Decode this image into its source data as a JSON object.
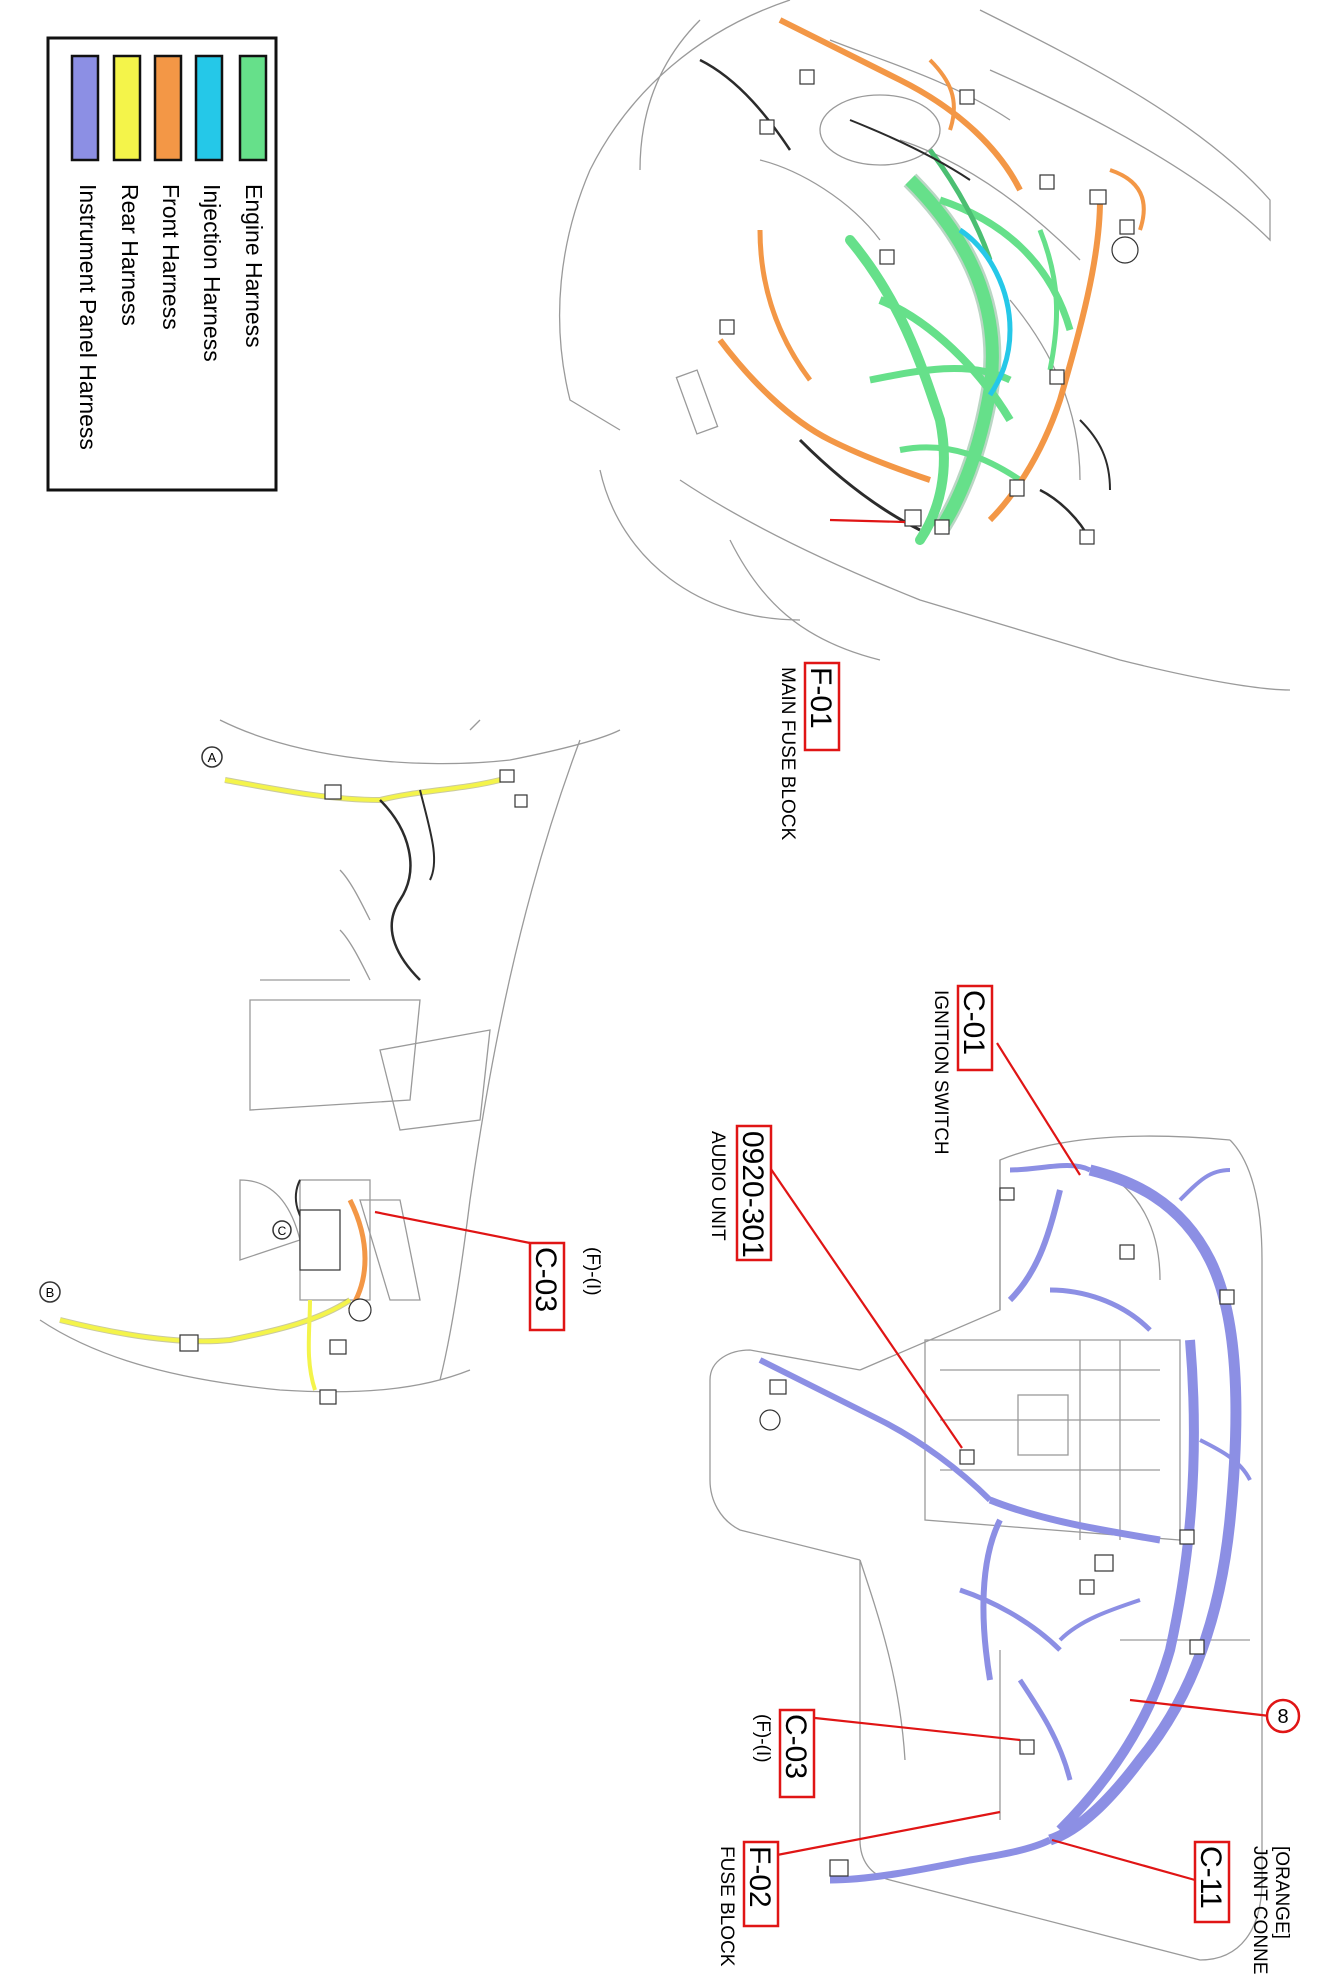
{
  "legend": {
    "items": [
      {
        "label": "Engine Harness",
        "color": "#66e08a"
      },
      {
        "label": "Injection Harness",
        "color": "#25c8e8"
      },
      {
        "label": "Front Harness",
        "color": "#f39746"
      },
      {
        "label": "Rear Harness",
        "color": "#f4f44a"
      },
      {
        "label": "Instrument Panel Harness",
        "color": "#8c8fe4"
      }
    ]
  },
  "callouts": {
    "f01": {
      "code": "F-01",
      "desc": "MAIN FUSE BLOCK"
    },
    "c01": {
      "code": "C-01",
      "desc": "IGNITION SWITCH"
    },
    "audio": {
      "code": "0920-301",
      "desc": "AUDIO UNIT"
    },
    "c03_ip": {
      "code": "C-03",
      "desc": "(F)-(I)"
    },
    "f02": {
      "code": "F-02",
      "desc": "FUSE BLOCK"
    },
    "c11": {
      "code": "C-11",
      "desc_line1": "JOINT CONNECTOR",
      "desc_line2": "[ORANGE]"
    },
    "c03_rear": {
      "code": "C-03",
      "desc": "(F)-(I)"
    },
    "ground8": {
      "label": "8"
    }
  },
  "markers": {
    "a": "A",
    "b": "B",
    "c": "C"
  },
  "colors": {
    "leader": "#e01515",
    "outline": "#9a9a9a",
    "wire_dark": "#2b2b2b"
  }
}
